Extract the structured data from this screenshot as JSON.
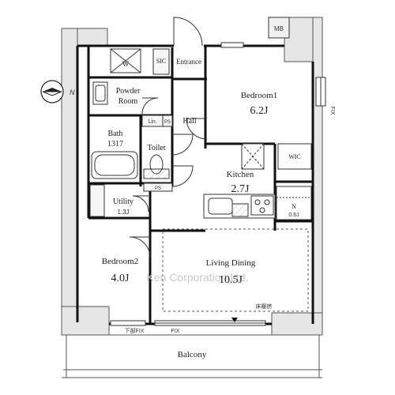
{
  "rooms": {
    "bedroom1": {
      "name": "Bedroom1",
      "size": "6.2J"
    },
    "bedroom2": {
      "name": "Bedroom2",
      "size": "4.0J"
    },
    "living": {
      "name": "Living Dining",
      "size": "10.5J"
    },
    "kitchen": {
      "name": "Kitchen",
      "size": "2.7J"
    },
    "utility": {
      "name": "Utility",
      "size": "1.3J"
    },
    "bath": {
      "name": "Bath",
      "size": "1317"
    },
    "toilet": {
      "name": "Toilet"
    },
    "hall": {
      "name": "Hall"
    },
    "powder": {
      "line1": "Powder",
      "line2": "Room"
    },
    "entrance": {
      "name": "Entrance"
    },
    "sic": {
      "name": "SIC"
    },
    "wic": {
      "name": "WIC"
    },
    "n_closet": {
      "name": "N",
      "size": "0.6J"
    },
    "balcony": {
      "name": "Balcony"
    }
  },
  "labels": {
    "mb": "MB",
    "lin": "Lin.",
    "ps1": "PS",
    "ps2": "PS",
    "washer": "W",
    "fix_right": "FIX",
    "fix_bottom": "FIX",
    "fix_bottom_left": "下部FIX",
    "floor_heating": "床暖房",
    "watermark": "Ken Corporation Ltd.",
    "north": "N"
  }
}
